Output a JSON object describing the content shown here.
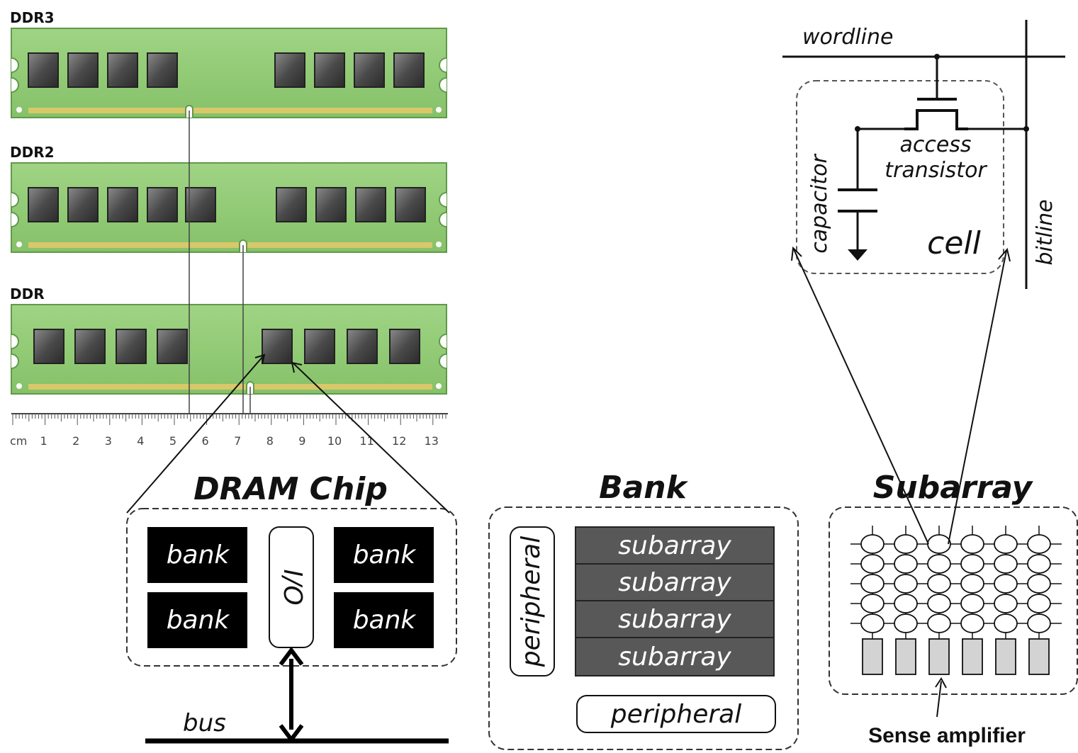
{
  "modules": {
    "ddr3": "DDR3",
    "ddr2": "DDR2",
    "ddr": "DDR"
  },
  "ruler": {
    "unit": "cm",
    "ticks": [
      "1",
      "2",
      "3",
      "4",
      "5",
      "6",
      "7",
      "8",
      "9",
      "10",
      "11",
      "12",
      "13"
    ]
  },
  "chip": {
    "title": "DRAM Chip",
    "banks": [
      "bank",
      "bank",
      "bank",
      "bank"
    ],
    "io": "I/O",
    "bus": "bus"
  },
  "bank": {
    "title": "Bank",
    "subarrays": [
      "subarray",
      "subarray",
      "subarray",
      "subarray"
    ],
    "peripheral_left": "peripheral",
    "peripheral_bottom": "peripheral"
  },
  "subarray": {
    "title": "Subarray",
    "sense_amp": "Sense amplifier"
  },
  "cell": {
    "wordline": "wordline",
    "bitline": "bitline",
    "access_line1": "access",
    "access_line2": "transistor",
    "capacitor": "capacitor",
    "cell": "cell"
  },
  "colors": {
    "pcb": "#8fca72",
    "pcb_edge": "#5f9a4a",
    "chip_dark": "#3d3d3d",
    "bank_fill": "#000000",
    "subarray_fill": "#585858",
    "sense_fill": "#d3d3d3"
  }
}
